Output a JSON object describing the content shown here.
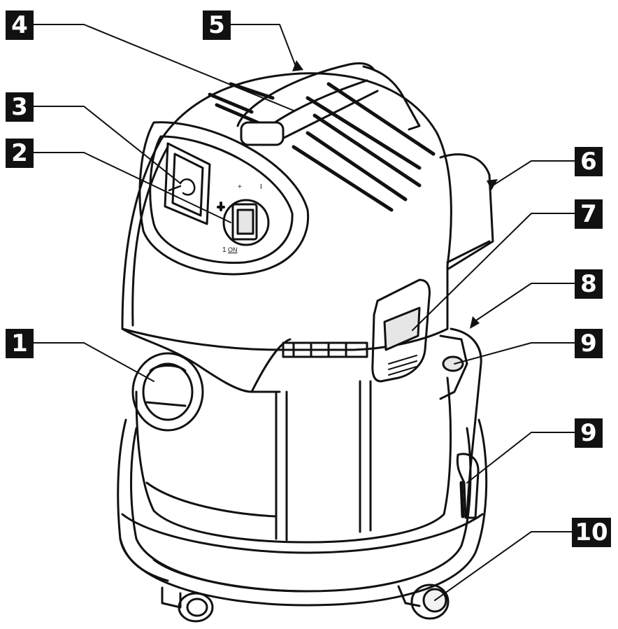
{
  "figure": {
    "callouts": [
      {
        "id": "c1",
        "text": "1",
        "part": "suction-inlet"
      },
      {
        "id": "c2",
        "text": "2",
        "part": "power-switch"
      },
      {
        "id": "c3",
        "text": "3",
        "part": "power-socket"
      },
      {
        "id": "c4",
        "text": "4",
        "part": "carry-handle"
      },
      {
        "id": "c5",
        "text": "5",
        "part": "motor-head-top"
      },
      {
        "id": "c6",
        "text": "6",
        "part": "exhaust-outlet"
      },
      {
        "id": "c7",
        "text": "7",
        "part": "latch-clip"
      },
      {
        "id": "c8",
        "text": "8",
        "part": "accessory-holder"
      },
      {
        "id": "c9a",
        "text": "9",
        "part": "accessory-slot-upper"
      },
      {
        "id": "c9b",
        "text": "9",
        "part": "accessory-slot-lower"
      },
      {
        "id": "c10",
        "text": "10",
        "part": "caster-wheel"
      }
    ],
    "switch_marks": {
      "top": "+",
      "on_label": "1",
      "on_text": "ON",
      "auto_label": "I"
    },
    "colors": {
      "ink": "#111111",
      "paper": "#ffffff",
      "shade": "#e6e6e6"
    }
  }
}
